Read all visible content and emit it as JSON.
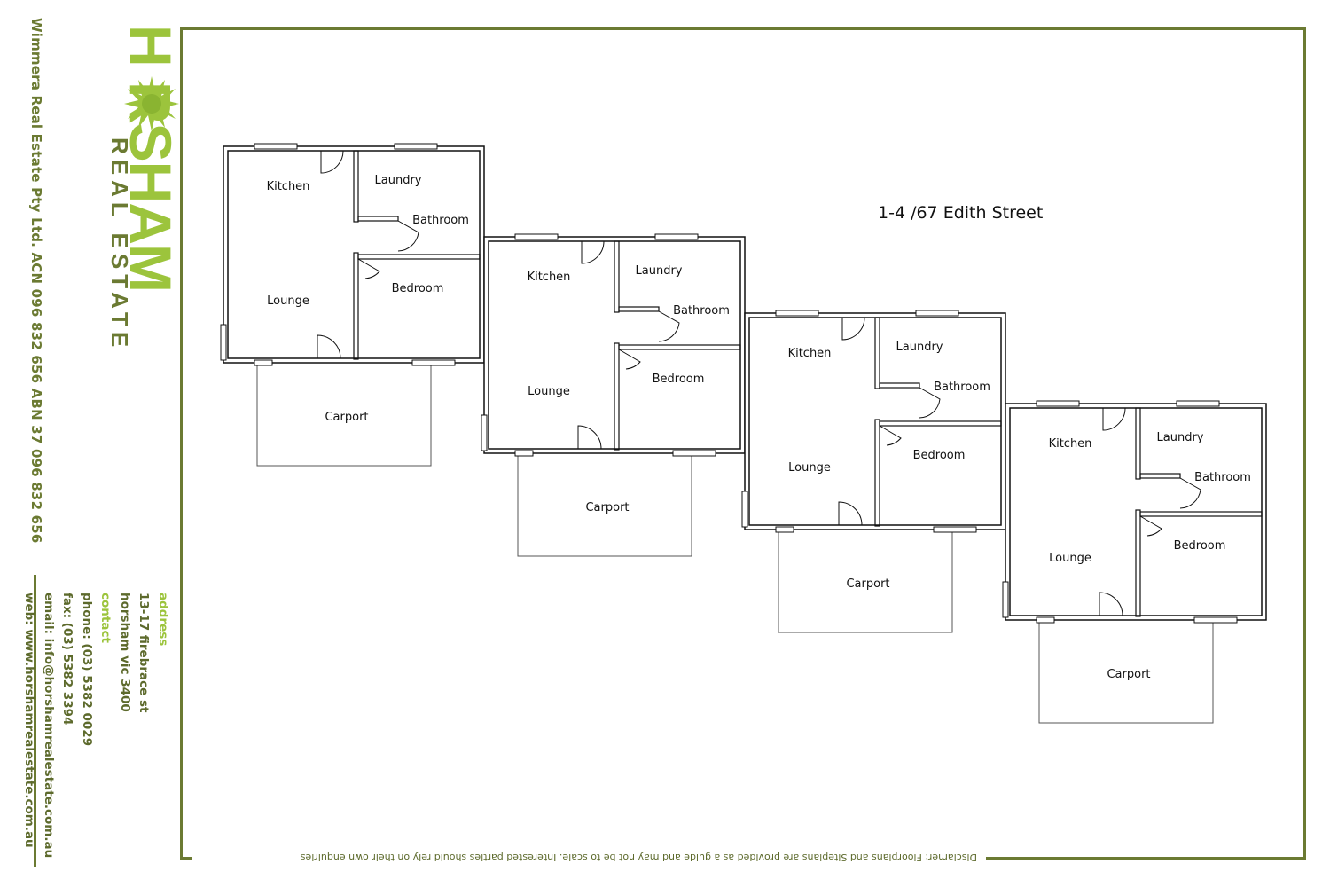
{
  "company": {
    "legal_name": "Wimmera Real Estate Pty Ltd.  ACN 096 832 656   ABN  37 096 832 656",
    "brand_main": "H  RSHAM",
    "brand_sub": "REAL ESTATE",
    "logo_icon": "sunburst-icon"
  },
  "contact": {
    "address_label": "address",
    "address_line1": "13-17 firebrace st",
    "address_line2": "horsham  vic  3400",
    "contact_label": "contact",
    "phone": "phone: (03) 5382 0029",
    "fax": "fax: (03) 5382 3394",
    "email": "email: info@horshamrealestate.com.au",
    "web": "web: www.horshamrealestate.com.au"
  },
  "title": "1-4 /67 Edith Street",
  "disclaimer": "Disclamer: Floorplans and Siteplans are provided as a guide and may not be to scale. Interested parties should rely on their own enquiries",
  "units": [
    {
      "rooms": {
        "kitchen": "Kitchen",
        "laundry": "Laundry",
        "bathroom": "Bathroom",
        "lounge": "Lounge",
        "bedroom": "Bedroom",
        "carport": "Carport"
      }
    },
    {
      "rooms": {
        "kitchen": "Kitchen",
        "laundry": "Laundry",
        "bathroom": "Bathroom",
        "lounge": "Lounge",
        "bedroom": "Bedroom",
        "carport": "Carport"
      }
    },
    {
      "rooms": {
        "kitchen": "Kitchen",
        "laundry": "Laundry",
        "bathroom": "Bathroom",
        "lounge": "Lounge",
        "bedroom": "Bedroom",
        "carport": "Carport"
      }
    },
    {
      "rooms": {
        "kitchen": "Kitchen",
        "laundry": "Laundry",
        "bathroom": "Bathroom",
        "lounge": "Lounge",
        "bedroom": "Bedroom",
        "carport": "Carport"
      }
    }
  ],
  "colors": {
    "brand_green": "#9cc43c",
    "brand_olive": "#6b7a32",
    "frame": "#6b7a32",
    "wall": "#111111"
  }
}
